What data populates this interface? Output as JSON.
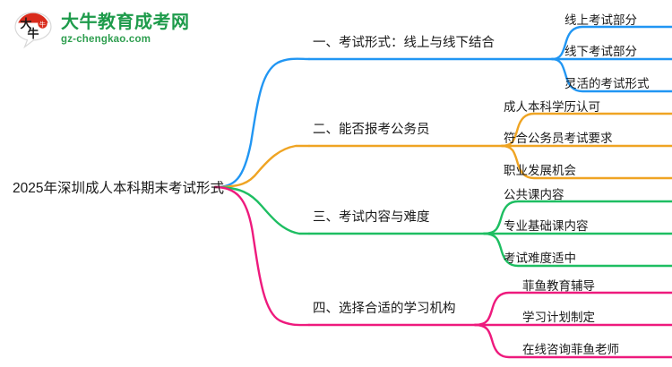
{
  "logo": {
    "mark_name": "daniu-bull-logo",
    "title": "大牛教育成考网",
    "subtitle": "gz-chengkao.com",
    "title_color": "#1E9B4B",
    "subtitle_color": "#2E9E4F",
    "mark_red": "#D92B1C"
  },
  "mindmap": {
    "root": {
      "label": "2025年深圳成人本科期末考试形式"
    },
    "branches": [
      {
        "label": "一、考试形式：线上与线下结合",
        "color": "#2196F3",
        "children": [
          {
            "label": "线上考试部分"
          },
          {
            "label": "线下考试部分"
          },
          {
            "label": "灵活的考试形式"
          }
        ]
      },
      {
        "label": "二、能否报考公务员",
        "color": "#EFA423",
        "children": [
          {
            "label": "成人本科学历认可"
          },
          {
            "label": "符合公务员考试要求"
          },
          {
            "label": "职业发展机会"
          }
        ]
      },
      {
        "label": "三、考试内容与难度",
        "color": "#1EBE62",
        "children": [
          {
            "label": "公共课内容"
          },
          {
            "label": "专业基础课内容"
          },
          {
            "label": "考试难度适中"
          }
        ]
      },
      {
        "label": "四、选择合适的学习机构",
        "color": "#EE1A7D",
        "children": [
          {
            "label": "菲鱼教育辅导"
          },
          {
            "label": "学习计划制定"
          },
          {
            "label": "在线咨询菲鱼老师"
          }
        ]
      }
    ]
  }
}
